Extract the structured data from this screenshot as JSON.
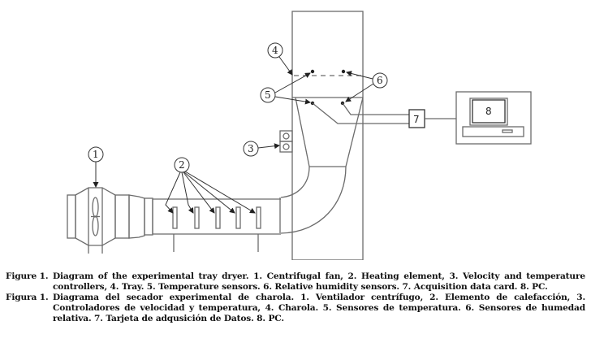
{
  "diagram": {
    "callouts": [
      {
        "number": "1",
        "target": "Centrifugal fan"
      },
      {
        "number": "2",
        "target": "Heating elements"
      },
      {
        "number": "3",
        "target": "Velocity and temperature controllers"
      },
      {
        "number": "4",
        "target": "Tray"
      },
      {
        "number": "5",
        "target": "Temperature sensors"
      },
      {
        "number": "6",
        "target": "Relative humidity sensors"
      }
    ],
    "daq_box_label": "7",
    "pc_screen_label": "8"
  },
  "captions": {
    "english": {
      "label": "Figure 1.",
      "text": "Diagram of the experimental tray dryer. 1. Centrifugal fan, 2. Heating element, 3. Velocity and temperature controllers, 4. Tray. 5. Temperature sensors. 6. Relative humidity sensors. 7. Acquisition data card. 8. PC."
    },
    "spanish": {
      "label": "Figura 1.",
      "text": "Diagrama del secador experimental de charola. 1. Ventilador centrífugo, 2. Elemento de calefacción, 3. Controladores de velocidad y temperatura, 4. Charola. 5. Sensores de temperatura. 6. Sensores de humedad relativa. 7. Tarjeta de adqusición de Datos. 8. PC."
    }
  }
}
